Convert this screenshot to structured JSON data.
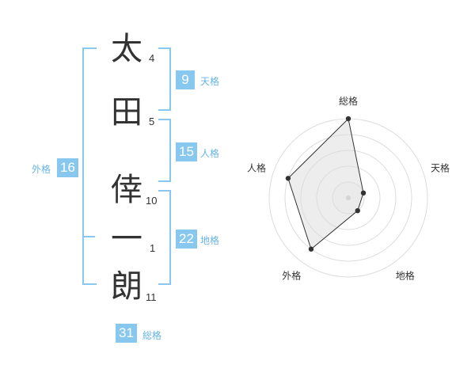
{
  "name": {
    "chars": [
      {
        "char": "太",
        "strokes": "4"
      },
      {
        "char": "田",
        "strokes": "5"
      },
      {
        "char": "倖",
        "strokes": "10"
      },
      {
        "char": "一",
        "strokes": "1"
      },
      {
        "char": "朗",
        "strokes": "11"
      }
    ]
  },
  "fortunes": {
    "tenkaku": {
      "value": "9",
      "label": "天格"
    },
    "jinkaku": {
      "value": "15",
      "label": "人格"
    },
    "chikaku": {
      "value": "22",
      "label": "地格"
    },
    "gaikaku": {
      "value": "16",
      "label": "外格"
    },
    "soukaku": {
      "value": "31",
      "label": "総格"
    }
  },
  "chart_data": {
    "type": "radar",
    "axes": [
      "総格",
      "天格",
      "地格",
      "外格",
      "人格"
    ],
    "values": [
      5,
      1,
      1,
      4,
      4
    ],
    "range": [
      0,
      5
    ],
    "rings": 5
  },
  "colors": {
    "accent": "#88c8ef",
    "text": "#333333",
    "radar_fill": "#eeeeee",
    "radar_line": "#333333"
  }
}
